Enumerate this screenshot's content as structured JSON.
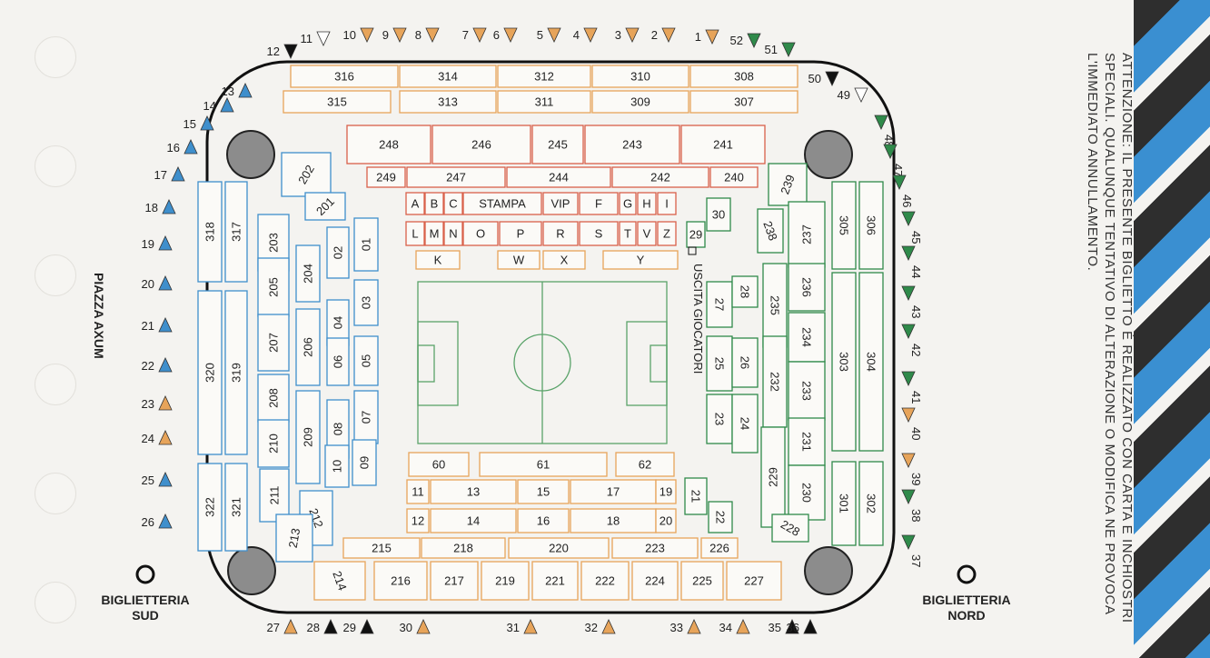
{
  "ticket_notice": "ATTENZIONE: IL PRESENTE BIGLIETTO È REALIZZATO CON CARTA E INCHIOSTRI SPECIALI. QUALUNQUE TENTATIVO DI ALTERAZIONE O MODIFICA NE PROVOCA L'IMMEDIATO ANNULLAMENTO.",
  "labels": {
    "piazza": "PIAZZA AXUM",
    "ticket_office_south": "BIGLIETTERIA\nSUD",
    "ticket_office_north": "BIGLIETTERIA\nNORD",
    "players_exit": "USCITA GIOCATORI"
  },
  "ring3_top": [
    "316",
    "314",
    "312",
    "310",
    "308"
  ],
  "ring3_top_inner": [
    "315",
    "313",
    "311",
    "309",
    "307"
  ],
  "ring3_left": [
    "318",
    "317",
    "320",
    "319",
    "322",
    "321"
  ],
  "ring3_right": [
    "305",
    "306",
    "303",
    "304",
    "301",
    "302"
  ],
  "ring2_top": [
    "248",
    "246",
    "245",
    "243",
    "241"
  ],
  "ring2_top_inner": [
    "249",
    "247",
    "244",
    "242",
    "240"
  ],
  "ring2_bottom": [
    "215",
    "218",
    "220",
    "223",
    "226"
  ],
  "ring2_bottom_outer": [
    "214",
    "216",
    "217",
    "219",
    "221",
    "222",
    "224",
    "225",
    "227"
  ],
  "ring2_left": [
    "202",
    "201",
    "203",
    "204",
    "205",
    "206",
    "207",
    "208",
    "209",
    "210",
    "211",
    "212",
    "213"
  ],
  "ring2_right": [
    "239",
    "238",
    "237",
    "235",
    "236",
    "234",
    "232",
    "233",
    "231",
    "229",
    "230",
    "228"
  ],
  "ring1_left": [
    "01",
    "02",
    "03",
    "04",
    "05",
    "06",
    "07",
    "08",
    "09",
    "10"
  ],
  "ring1_right": [
    "30",
    "29",
    "27",
    "28",
    "25",
    "26",
    "23",
    "24",
    "21",
    "22"
  ],
  "ring1_bottom": [
    "60",
    "61",
    "62",
    "11",
    "13",
    "15",
    "17",
    "19",
    "12",
    "14",
    "16",
    "18",
    "20"
  ],
  "ring1_top_row1": [
    "A",
    "B",
    "C",
    "STAMPA",
    "VIP",
    "F",
    "G",
    "H",
    "I"
  ],
  "ring1_top_row2": [
    "L",
    "M",
    "N",
    "O",
    "P",
    "R",
    "S",
    "T",
    "V",
    "Z"
  ],
  "ring1_top_row3": [
    "K",
    "W",
    "X",
    "Y"
  ],
  "gates": {
    "top": [
      "12",
      "11",
      "10",
      "9",
      "8",
      "7",
      "6",
      "5",
      "4",
      "3",
      "2",
      "1",
      "52",
      "51",
      "50",
      "49"
    ],
    "right": [
      "48",
      "47",
      "46",
      "45",
      "44",
      "43",
      "42",
      "41",
      "40",
      "39",
      "38",
      "37"
    ],
    "left": [
      "13",
      "14",
      "15",
      "16",
      "17",
      "18",
      "19",
      "20",
      "21",
      "22",
      "23",
      "24",
      "25",
      "26"
    ],
    "bottom": [
      "27",
      "28",
      "29",
      "30",
      "31",
      "32",
      "33",
      "34",
      "35",
      "36"
    ]
  },
  "colors": {
    "blue": "#3f8fcc",
    "orange": "#e7a45a",
    "green": "#2f8a4a",
    "red": "#d9604a",
    "black": "#111111",
    "stripe_blue": "#3a8fd1",
    "stripe_dark": "#2e2e2e"
  }
}
